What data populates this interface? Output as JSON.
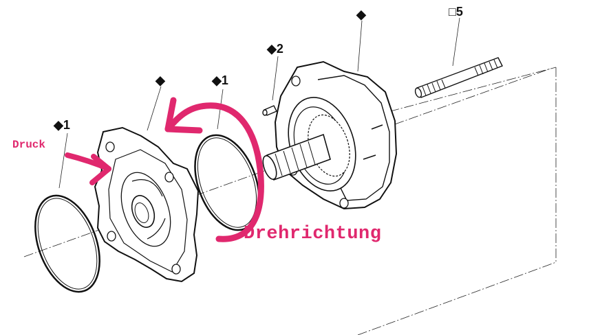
{
  "callouts": {
    "oring_left": "◆1",
    "cover_plate": "◆",
    "oring_middle": "◆1",
    "pin": "◆2",
    "pump_housing": "◆",
    "stud": "□5"
  },
  "annotations": {
    "pressure": "Druck",
    "rotation": "Drehrichtung",
    "color": "#e0286e"
  }
}
